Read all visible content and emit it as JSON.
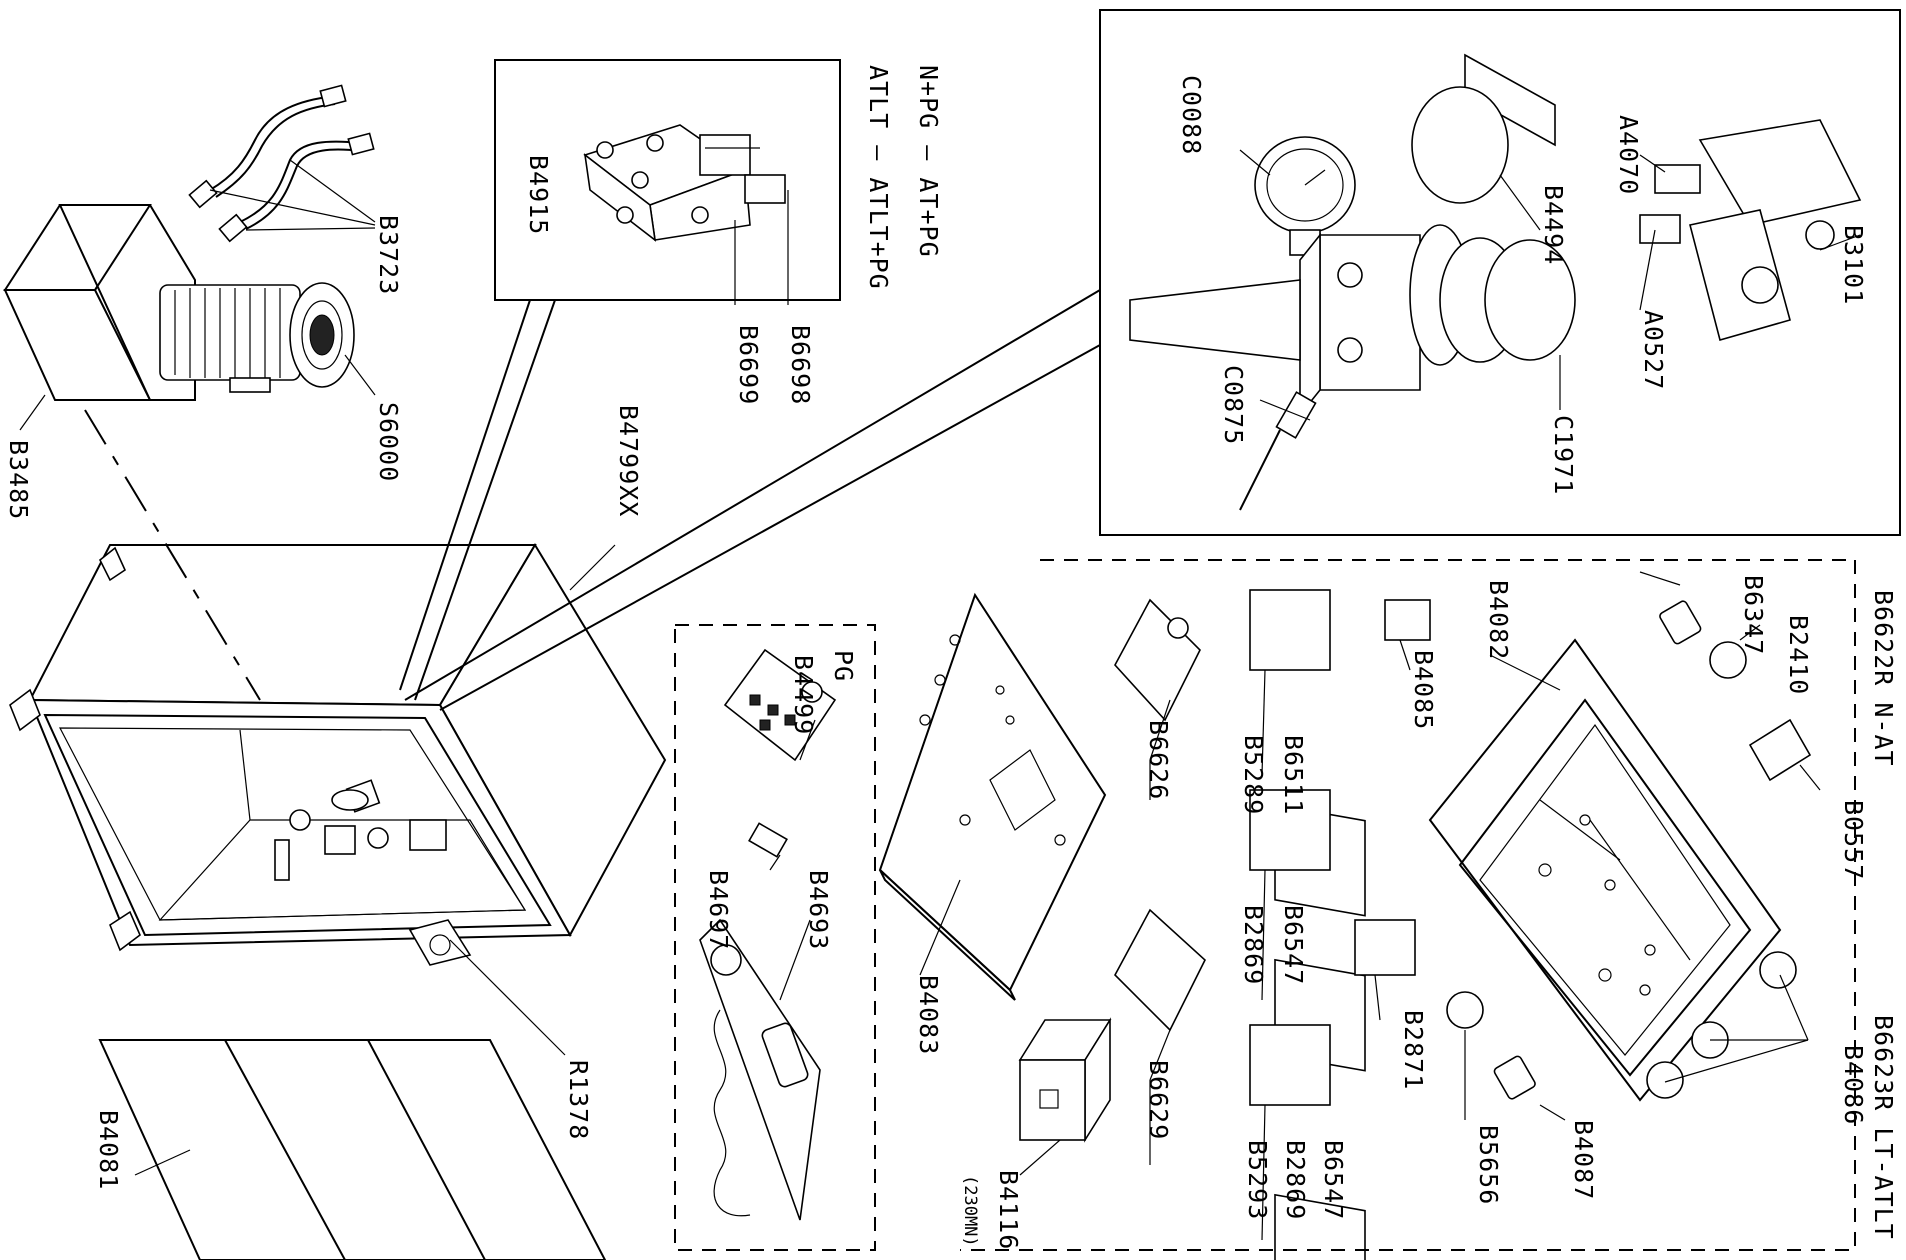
{
  "parts": {
    "B3723": "B3723",
    "S6000": "S6000",
    "B3485": "B3485",
    "B4799XX": "B4799XX",
    "R1378": "R1378",
    "B4081": "B4081",
    "B4915": "B4915",
    "B6699": "B6699",
    "B6698": "B6698",
    "C0088": "C0088",
    "B4494": "B4494",
    "A4070": "A4070",
    "B3101": "B3101",
    "A0527": "A0527",
    "C0875": "C0875",
    "C1971": "C1971",
    "B4499": "B4499",
    "B4697": "B4697",
    "B4693": "B4693",
    "B4083": "B4083",
    "B6626": "B6626",
    "B6629": "B6629",
    "B4116": "B4116",
    "B4116_note": "(230MN)",
    "B6511": "B6511",
    "B5289": "B5289",
    "B4085": "B4085",
    "B6547_a": "B6547",
    "B2869_a": "B2869",
    "B2871": "B2871",
    "B6547_b": "B6547",
    "B2869_b": "B2869",
    "B5293": "B5293",
    "B4082": "B4082",
    "B6347": "B6347",
    "B2410": "B2410",
    "B0557": "B0557",
    "B4086": "B4086",
    "B4087": "B4087",
    "B5656": "B5656"
  },
  "groups": {
    "valve_option_line1": "N+PG  –  AT+PG",
    "valve_option_line2": "ATLT  –  ATLT+PG",
    "pg_group": "PG",
    "panel_n_at": "B6622R  N-AT",
    "panel_lt_atlt": "B6623R  LT-ATLT"
  }
}
